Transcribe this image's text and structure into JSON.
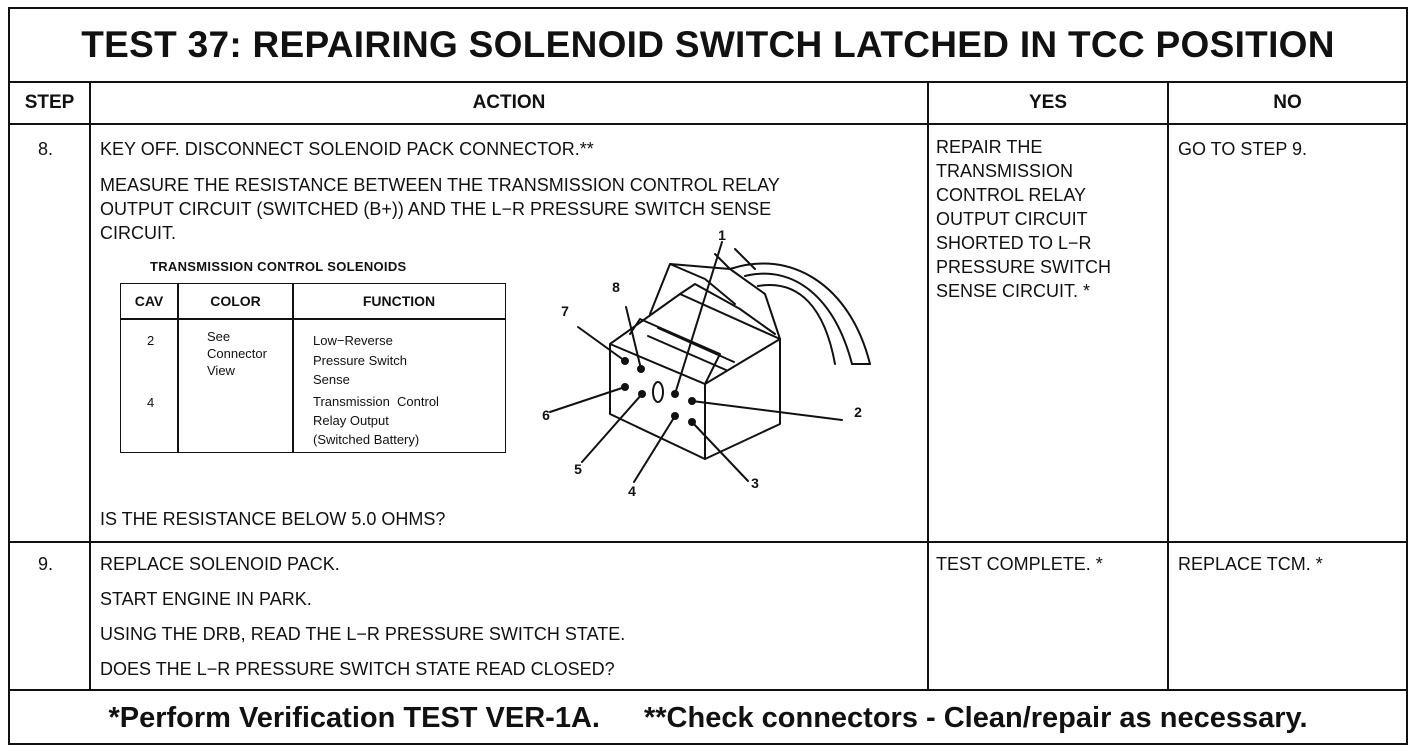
{
  "title": "TEST 37: REPAIRING SOLENOID SWITCH LATCHED IN TCC POSITION",
  "headers": {
    "step": "STEP",
    "action": "ACTION",
    "yes": "YES",
    "no": "NO"
  },
  "step8": {
    "number": "8.",
    "action": [
      "KEY OFF. DISCONNECT SOLENOID PACK CONNECTOR.**",
      "MEASURE THE RESISTANCE BETWEEN THE TRANSMISSION CONTROL RELAY",
      "OUTPUT CIRCUIT (SWITCHED (B+)) AND THE L−R PRESSURE SWITCH SENSE",
      "CIRCUIT."
    ],
    "question": "IS THE RESISTANCE BELOW 5.0 OHMS?",
    "yes": [
      "REPAIR THE",
      "TRANSMISSION",
      "CONTROL RELAY",
      "OUTPUT CIRCUIT",
      "SHORTED TO L−R",
      "PRESSURE SWITCH",
      "SENSE CIRCUIT. *"
    ],
    "no": "GO TO STEP 9."
  },
  "solenoid_table": {
    "title": "TRANSMISSION CONTROL SOLENOIDS",
    "headers": {
      "cav": "CAV",
      "color": "COLOR",
      "function": "FUNCTION"
    },
    "rows": [
      {
        "cav": "2",
        "color": [
          "See",
          "Connector",
          "View"
        ],
        "function": [
          "Low−Reverse",
          "Pressure Switch",
          "Sense"
        ]
      },
      {
        "cav": "4",
        "color": [],
        "function": [
          "Transmission  Control",
          "Relay Output",
          "(Switched Battery)"
        ]
      }
    ]
  },
  "connector_pins": [
    "1",
    "2",
    "3",
    "4",
    "5",
    "6",
    "7",
    "8"
  ],
  "step9": {
    "number": "9.",
    "action": [
      "REPLACE SOLENOID PACK.",
      "START ENGINE IN PARK.",
      "USING THE DRB, READ THE L−R PRESSURE SWITCH STATE.",
      "DOES THE L−R PRESSURE SWITCH STATE READ CLOSED?"
    ],
    "yes": "TEST COMPLETE. *",
    "no": "REPLACE TCM. *"
  },
  "footer": {
    "left": "*Perform Verification TEST VER-1A.",
    "right": "**Check connectors - Clean/repair as necessary."
  }
}
